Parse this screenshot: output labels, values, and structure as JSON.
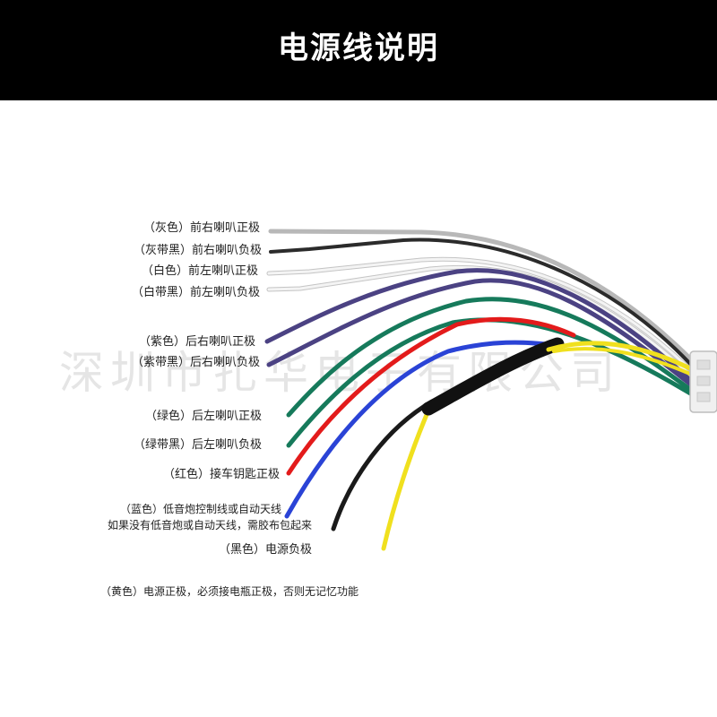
{
  "header": {
    "title": "电源线说明"
  },
  "watermark": "深圳市扎华电子有限公司",
  "wires": {
    "gray": {
      "label": "（灰色）前右喇叭正极",
      "color": "#b8b8b8"
    },
    "gray_black": {
      "label": "（灰带黑）前右喇叭负极",
      "color": "#2b2b2b"
    },
    "white": {
      "label": "（白色）前左喇叭正极",
      "color": "#f4f4f4"
    },
    "white_black": {
      "label": "（白带黑）前左喇叭负极",
      "color": "#f4f4f4"
    },
    "purple": {
      "label": "（紫色）后右喇叭正极",
      "color": "#4b4283"
    },
    "purple_black": {
      "label": "（紫带黑）后右喇叭负极",
      "color": "#4b4283"
    },
    "green": {
      "label": "（绿色）后左喇叭正极",
      "color": "#167a5b"
    },
    "green_black": {
      "label": "（绿带黑）后左喇叭负极",
      "color": "#167a5b"
    },
    "red": {
      "label": "（红色）接车钥匙正极",
      "color": "#e31b1b"
    },
    "blue": {
      "label": "（蓝色）低音炮控制线或自动天线",
      "note": "如果没有低音炮或自动天线，需胶布包起来",
      "color": "#2a43d6"
    },
    "black": {
      "label": "（黑色）电源负极",
      "color": "#1a1a1a"
    },
    "yellow": {
      "label": "（黄色）电源正极，必须接电瓶正极，否则无记忆功能",
      "color": "#f0e01e"
    }
  },
  "colors": {
    "header_bg": "#000000",
    "fuse_holder": "#111111",
    "connector": "#f0f0f0",
    "wire_outline": "#c4c4c4"
  }
}
